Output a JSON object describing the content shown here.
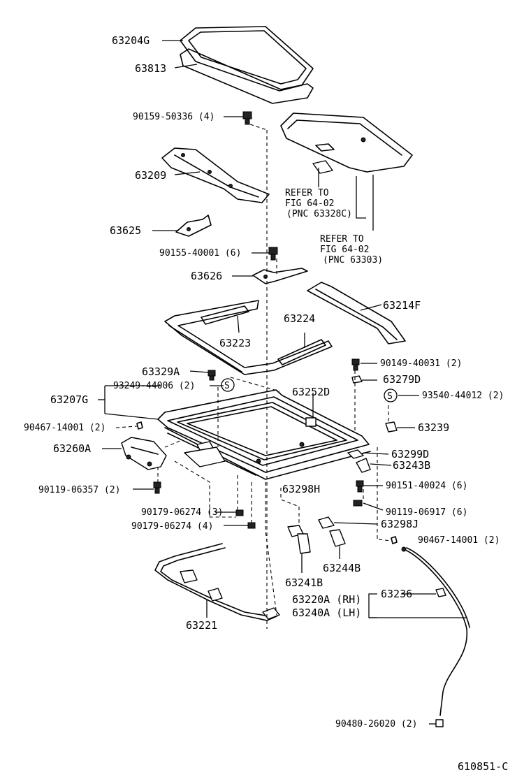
{
  "labels": {
    "p63204G": "63204G",
    "p63813": "63813",
    "p90159": "90159-50336 (4)",
    "p63209": "63209",
    "p63625": "63625",
    "p90155": "90155-40001 (6)",
    "p63626": "63626",
    "p63214F": "63214F",
    "p63224": "63224",
    "p63223": "63223",
    "p90149": "90149-40031 (2)",
    "p63329A": "63329A",
    "p93249": "93249-44006 (2)",
    "p63279D": "63279D",
    "p63207G": "63207G",
    "p63252D": "63252D",
    "p93540": "93540-44012 (2)",
    "p90467a": "90467-14001 (2)",
    "p63239": "63239",
    "p63260A": "63260A",
    "p63299D": "63299D",
    "p63243B": "63243B",
    "p90119a": "90119-06357 (2)",
    "p63298H": "63298H",
    "p90151": "90151-40024 (6)",
    "p90179a": "90179-06274 (3)",
    "p90119b": "90119-06917 (6)",
    "p90179b": "90179-06274 (4)",
    "p63298J": "63298J",
    "p90467b": "90467-14001 (2)",
    "p63244B": "63244B",
    "p63241B": "63241B",
    "p63220A": "63220A (RH)",
    "p63240A": "63240A (LH)",
    "p63236": "63236",
    "p63221": "63221",
    "p90480": "90480-26020 (2)"
  },
  "refer1": {
    "line1": "REFER TO",
    "line2": "FIG 64-02",
    "line3": "(PNC 63328C)"
  },
  "refer2": {
    "line1": "REFER TO",
    "line2": "FIG 64-02",
    "line3": "(PNC 63303)"
  },
  "symbols": {
    "s": "S"
  },
  "figure_code": "610851-C"
}
